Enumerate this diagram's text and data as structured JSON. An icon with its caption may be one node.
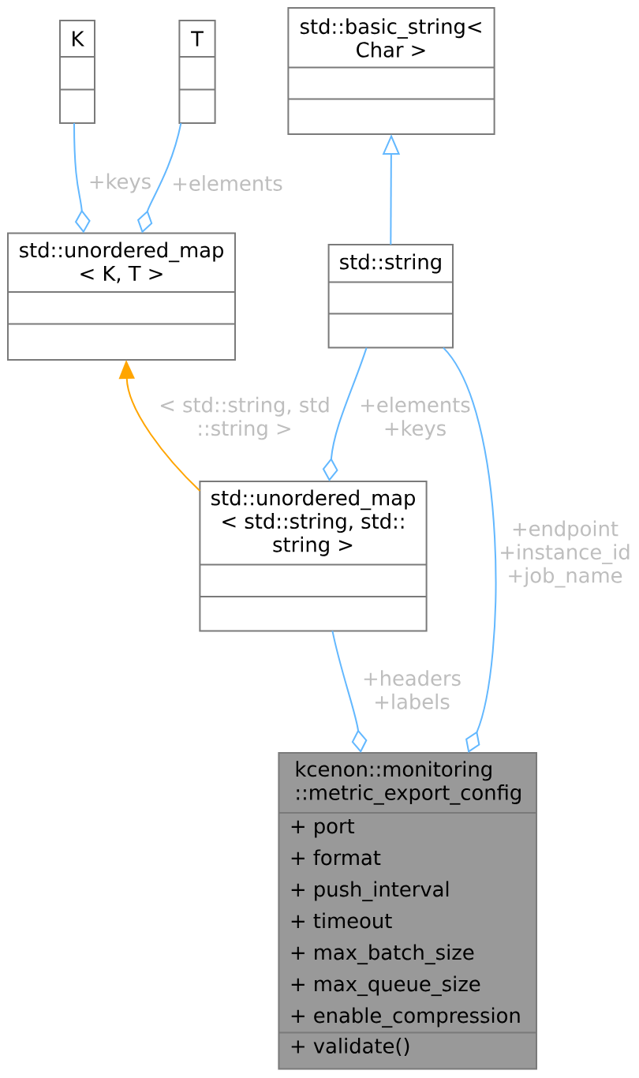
{
  "diagram": {
    "nodes": [
      {
        "text": [
          "K"
        ]
      },
      {
        "text": [
          "T"
        ]
      },
      {
        "text": [
          "std::basic_string< Char >"
        ]
      },
      {
        "text": [
          "std::unordered_map < K, T >"
        ]
      },
      {
        "text": [
          "std::string"
        ]
      },
      {
        "text": [
          "std::unordered_map < std::string, std:: string >"
        ]
      },
      {
        "text": [
          "kcenon::monitoring ::metric_export_config",
          "+ port",
          "+ format",
          "+ push_interval",
          "+ timeout",
          "+ max_batch_size",
          "+ max_queue_size",
          "+ enable_compression",
          "+ validate()"
        ]
      }
    ],
    "edges": [
      {
        "from": 0,
        "to": 3,
        "arrow": "other",
        "label": "+keys"
      },
      {
        "from": 1,
        "to": 3,
        "arrow": "other",
        "label": "+elements"
      },
      {
        "from": 4,
        "to": 2,
        "arrow": "to"
      },
      {
        "from": 5,
        "to": 3,
        "arrow": "to",
        "label": "< std::string, std ::string >",
        "color": "#ffa500"
      },
      {
        "from": 4,
        "to": 5,
        "arrow": "other",
        "label": "+elements +keys"
      },
      {
        "from": 4,
        "to": 6,
        "arrow": "other",
        "label": "+endpoint +instance_id +job_name"
      },
      {
        "from": 5,
        "to": 6,
        "arrow": "other",
        "label": "+headers +labels"
      }
    ]
  }
}
